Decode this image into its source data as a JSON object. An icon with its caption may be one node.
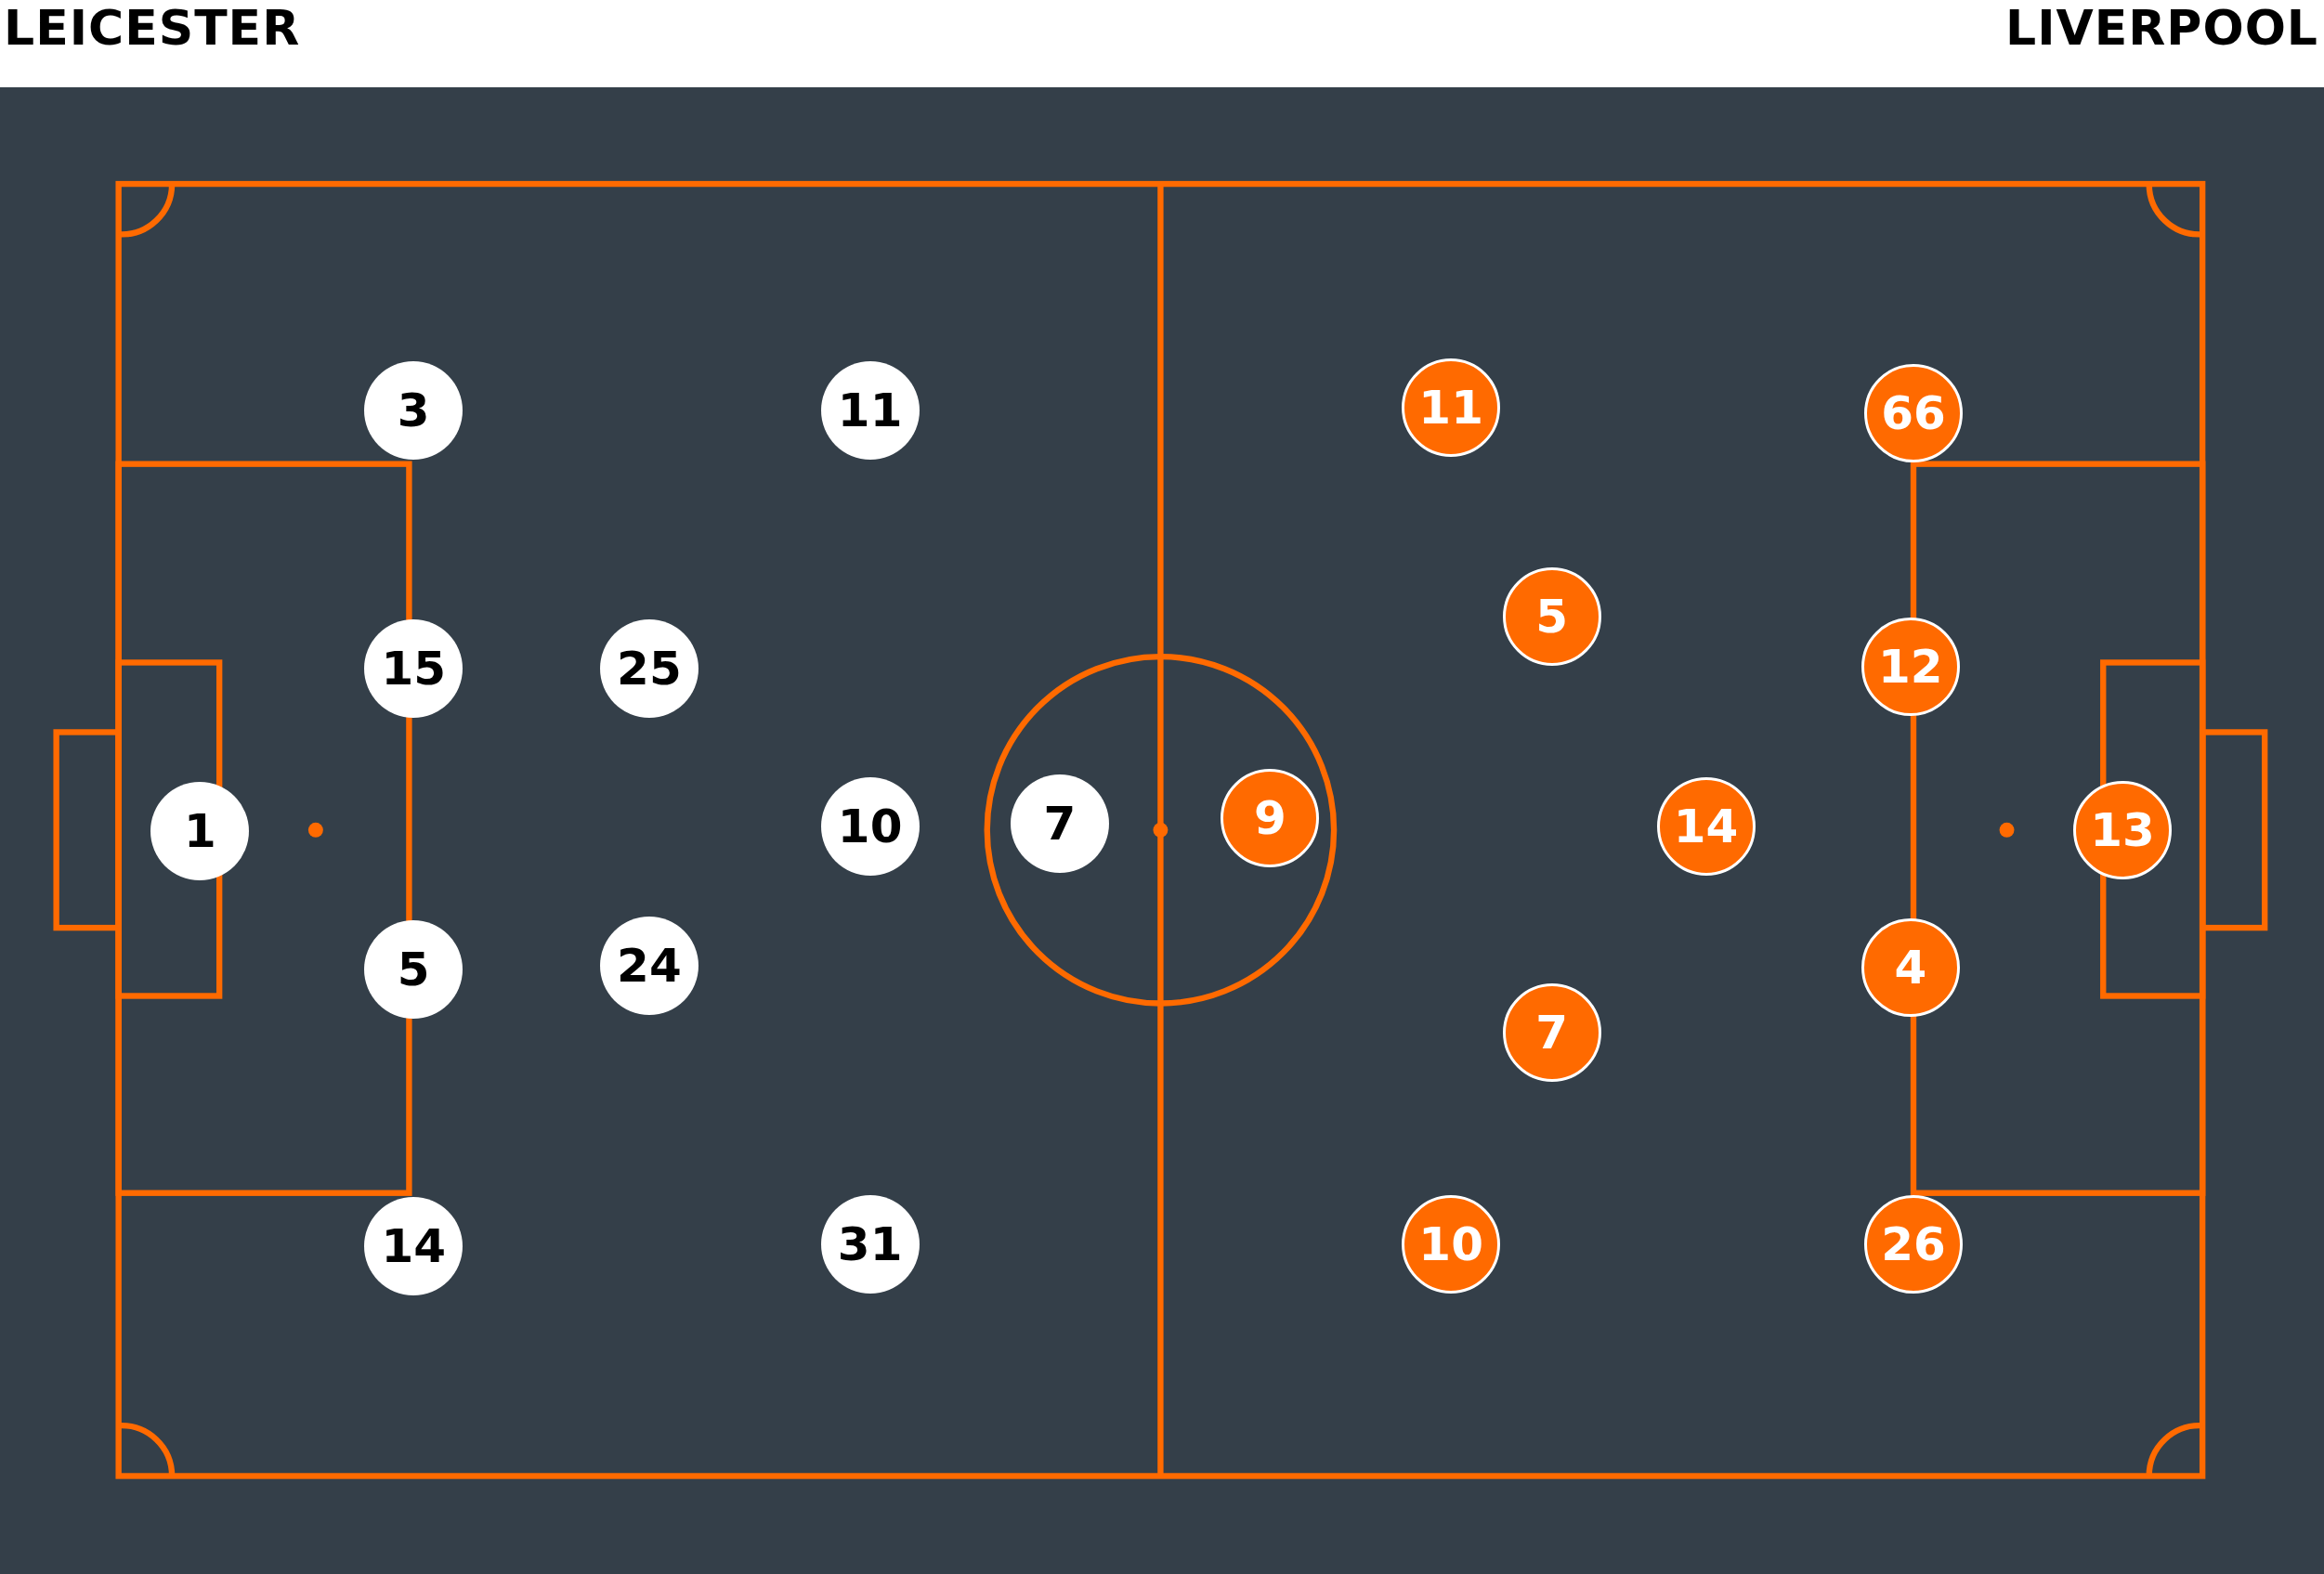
{
  "diagram": {
    "nodes": [
      {
        "text": [
          "3"
        ]
      },
      {
        "text": [
          "11"
        ]
      },
      {
        "text": [
          "15"
        ]
      },
      {
        "text": [
          "25"
        ]
      },
      {
        "text": [
          "1"
        ]
      },
      {
        "text": [
          "10"
        ]
      },
      {
        "text": [
          "7"
        ]
      },
      {
        "text": [
          "5"
        ]
      },
      {
        "text": [
          "24"
        ]
      },
      {
        "text": [
          "14"
        ]
      },
      {
        "text": [
          "31"
        ]
      },
      {
        "text": [
          "11"
        ]
      },
      {
        "text": [
          "66"
        ]
      },
      {
        "text": [
          "5"
        ]
      },
      {
        "text": [
          "12"
        ]
      },
      {
        "text": [
          "9"
        ]
      },
      {
        "text": [
          "14"
        ]
      },
      {
        "text": [
          "13"
        ]
      },
      {
        "text": [
          "4"
        ]
      },
      {
        "text": [
          "7"
        ]
      },
      {
        "text": [
          "10"
        ]
      },
      {
        "text": [
          "26"
        ]
      }
    ],
    "labels": [
      "LEICESTER",
      "LIVERPOOL"
    ]
  }
}
